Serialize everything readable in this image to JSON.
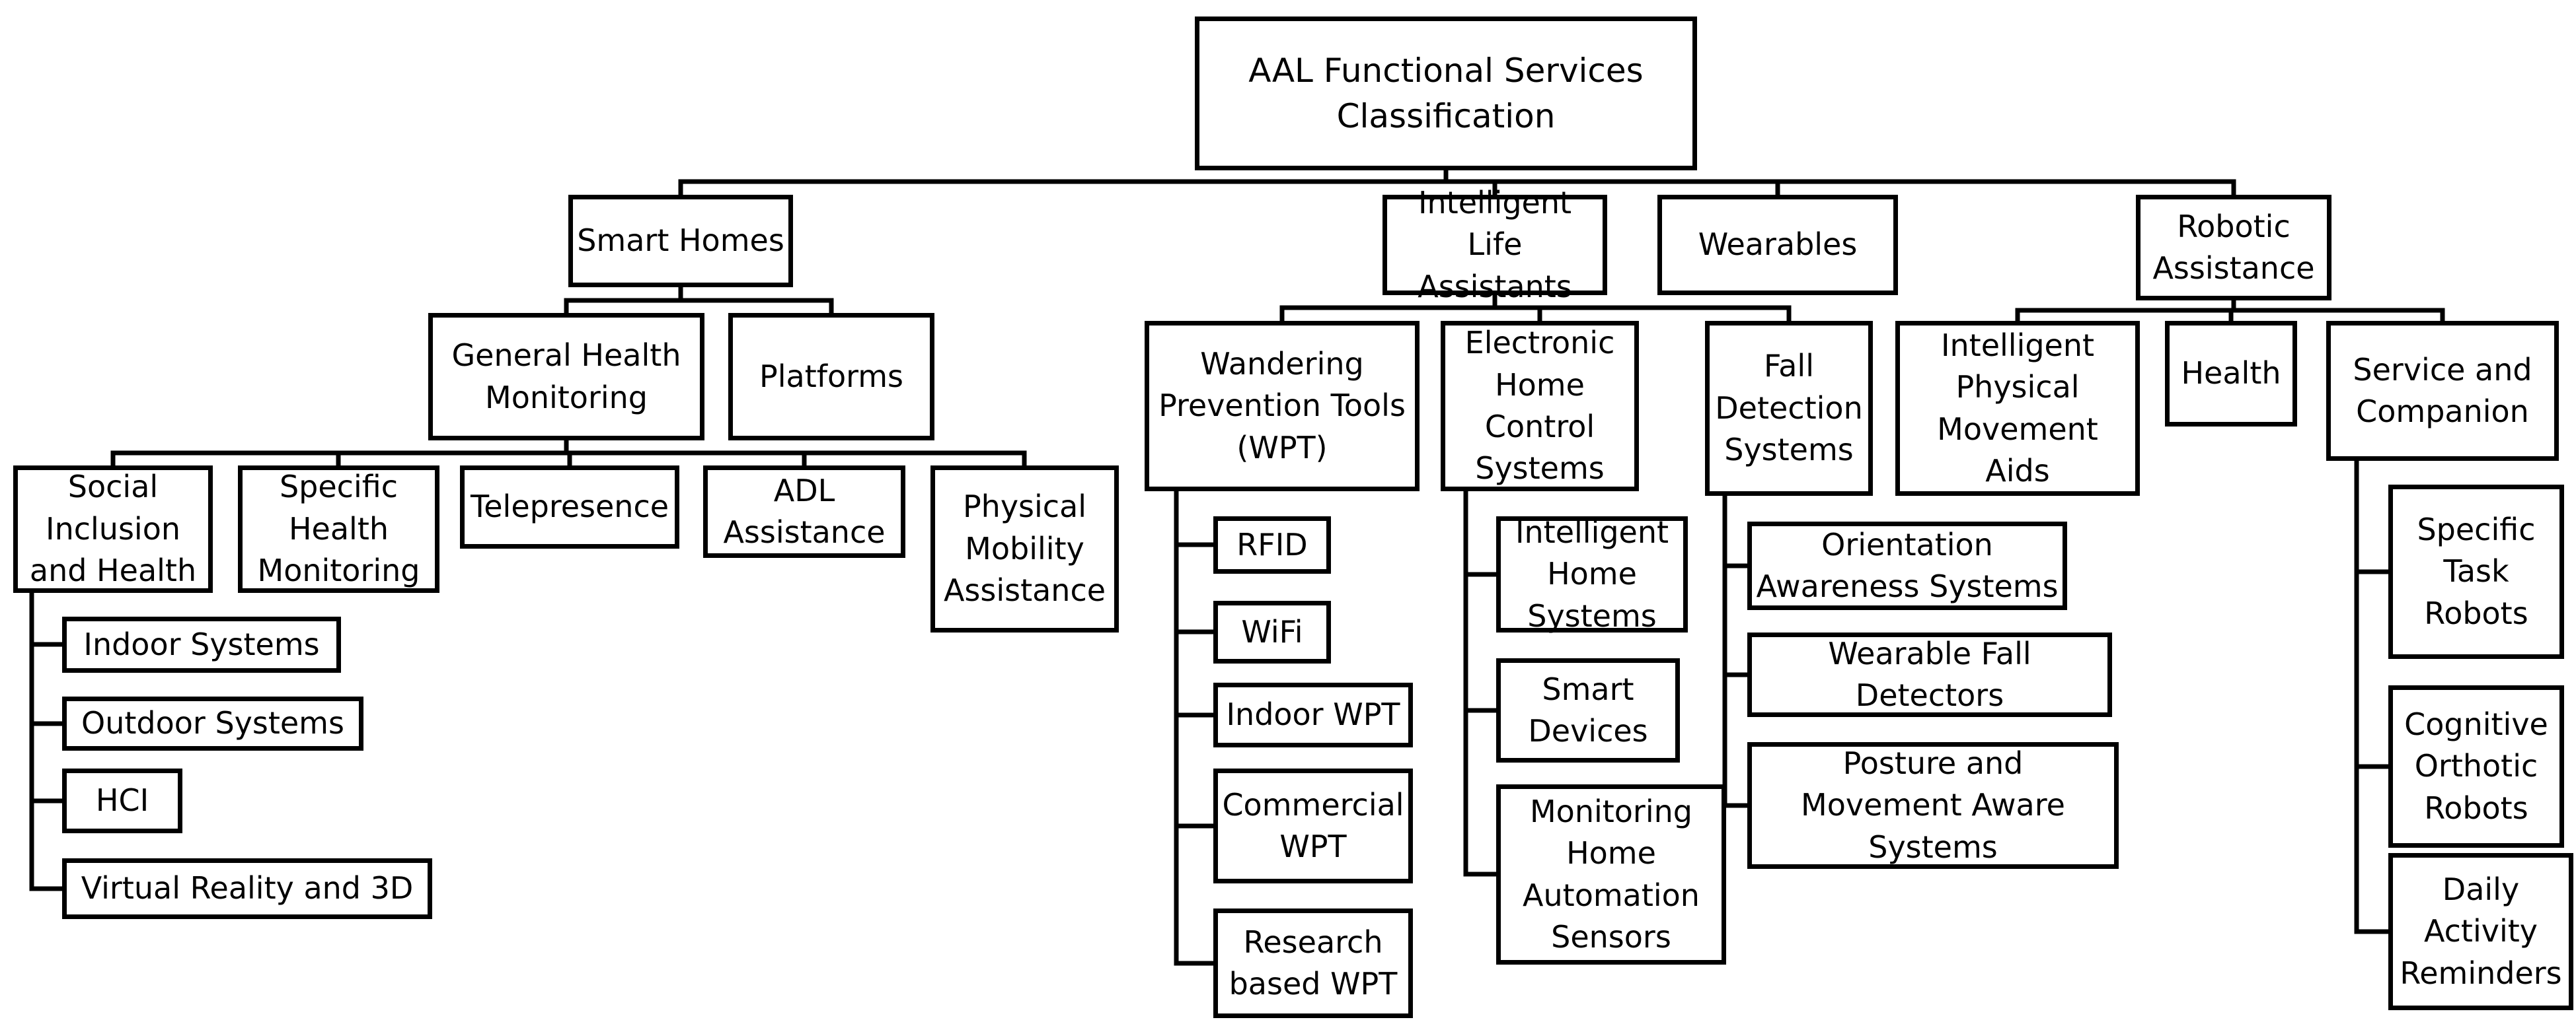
{
  "nodes": [
    {
      "id": "root",
      "label": "AAL Functional Services\nClassification"
    },
    {
      "id": "smart-homes",
      "label": "Smart Homes"
    },
    {
      "id": "intelligent-life-assistants",
      "label": "Intelligent Life\nAssistants"
    },
    {
      "id": "wearables",
      "label": "Wearables"
    },
    {
      "id": "robotic-assistance",
      "label": "Robotic\nAssistance"
    },
    {
      "id": "general-health-monitoring",
      "label": "General Health\nMonitoring"
    },
    {
      "id": "platforms",
      "label": "Platforms"
    },
    {
      "id": "social-inclusion",
      "label": "Social\nInclusion\nand Health"
    },
    {
      "id": "specific-health-monitoring",
      "label": "Specific\nHealth\nMonitoring"
    },
    {
      "id": "telepresence",
      "label": "Telepresence"
    },
    {
      "id": "adl-assistance",
      "label": "ADL\nAssistance"
    },
    {
      "id": "physical-mobility",
      "label": "Physical\nMobility\nAssistance"
    },
    {
      "id": "indoor-systems",
      "label": "Indoor Systems"
    },
    {
      "id": "outdoor-systems",
      "label": "Outdoor Systems"
    },
    {
      "id": "hci",
      "label": "HCI"
    },
    {
      "id": "virtual-reality",
      "label": "Virtual Reality and 3D"
    },
    {
      "id": "wpt",
      "label": "Wandering\nPrevention Tools\n(WPT)"
    },
    {
      "id": "electronic-home-control",
      "label": "Electronic\nHome\nControl\nSystems"
    },
    {
      "id": "fall-detection",
      "label": "Fall\nDetection\nSystems"
    },
    {
      "id": "rfid",
      "label": "RFID"
    },
    {
      "id": "wifi",
      "label": "WiFi"
    },
    {
      "id": "indoor-wpt",
      "label": "Indoor WPT"
    },
    {
      "id": "commercial-wpt",
      "label": "Commercial\nWPT"
    },
    {
      "id": "research-wpt",
      "label": "Research\nbased WPT"
    },
    {
      "id": "intelligent-home-systems",
      "label": "Intelligent\nHome\nSystems"
    },
    {
      "id": "smart-devices",
      "label": "Smart\nDevices"
    },
    {
      "id": "monitoring-home-automation",
      "label": "Monitoring\nHome\nAutomation\nSensors"
    },
    {
      "id": "orientation-awareness",
      "label": "Orientation\nAwareness Systems"
    },
    {
      "id": "wearable-fall-detectors",
      "label": "Wearable Fall\nDetectors"
    },
    {
      "id": "posture-movement",
      "label": "Posture and\nMovement Aware\nSystems"
    },
    {
      "id": "intelligent-physical-movement",
      "label": "Intelligent\nPhysical\nMovement\nAids"
    },
    {
      "id": "health",
      "label": "Health"
    },
    {
      "id": "service-companion",
      "label": "Service and\nCompanion"
    },
    {
      "id": "specific-task-robots",
      "label": "Specific\nTask\nRobots"
    },
    {
      "id": "cognitive-orthotic-robots",
      "label": "Cognitive\nOrthotic\nRobots"
    },
    {
      "id": "daily-activity-reminders",
      "label": "Daily\nActivity\nReminders"
    }
  ]
}
